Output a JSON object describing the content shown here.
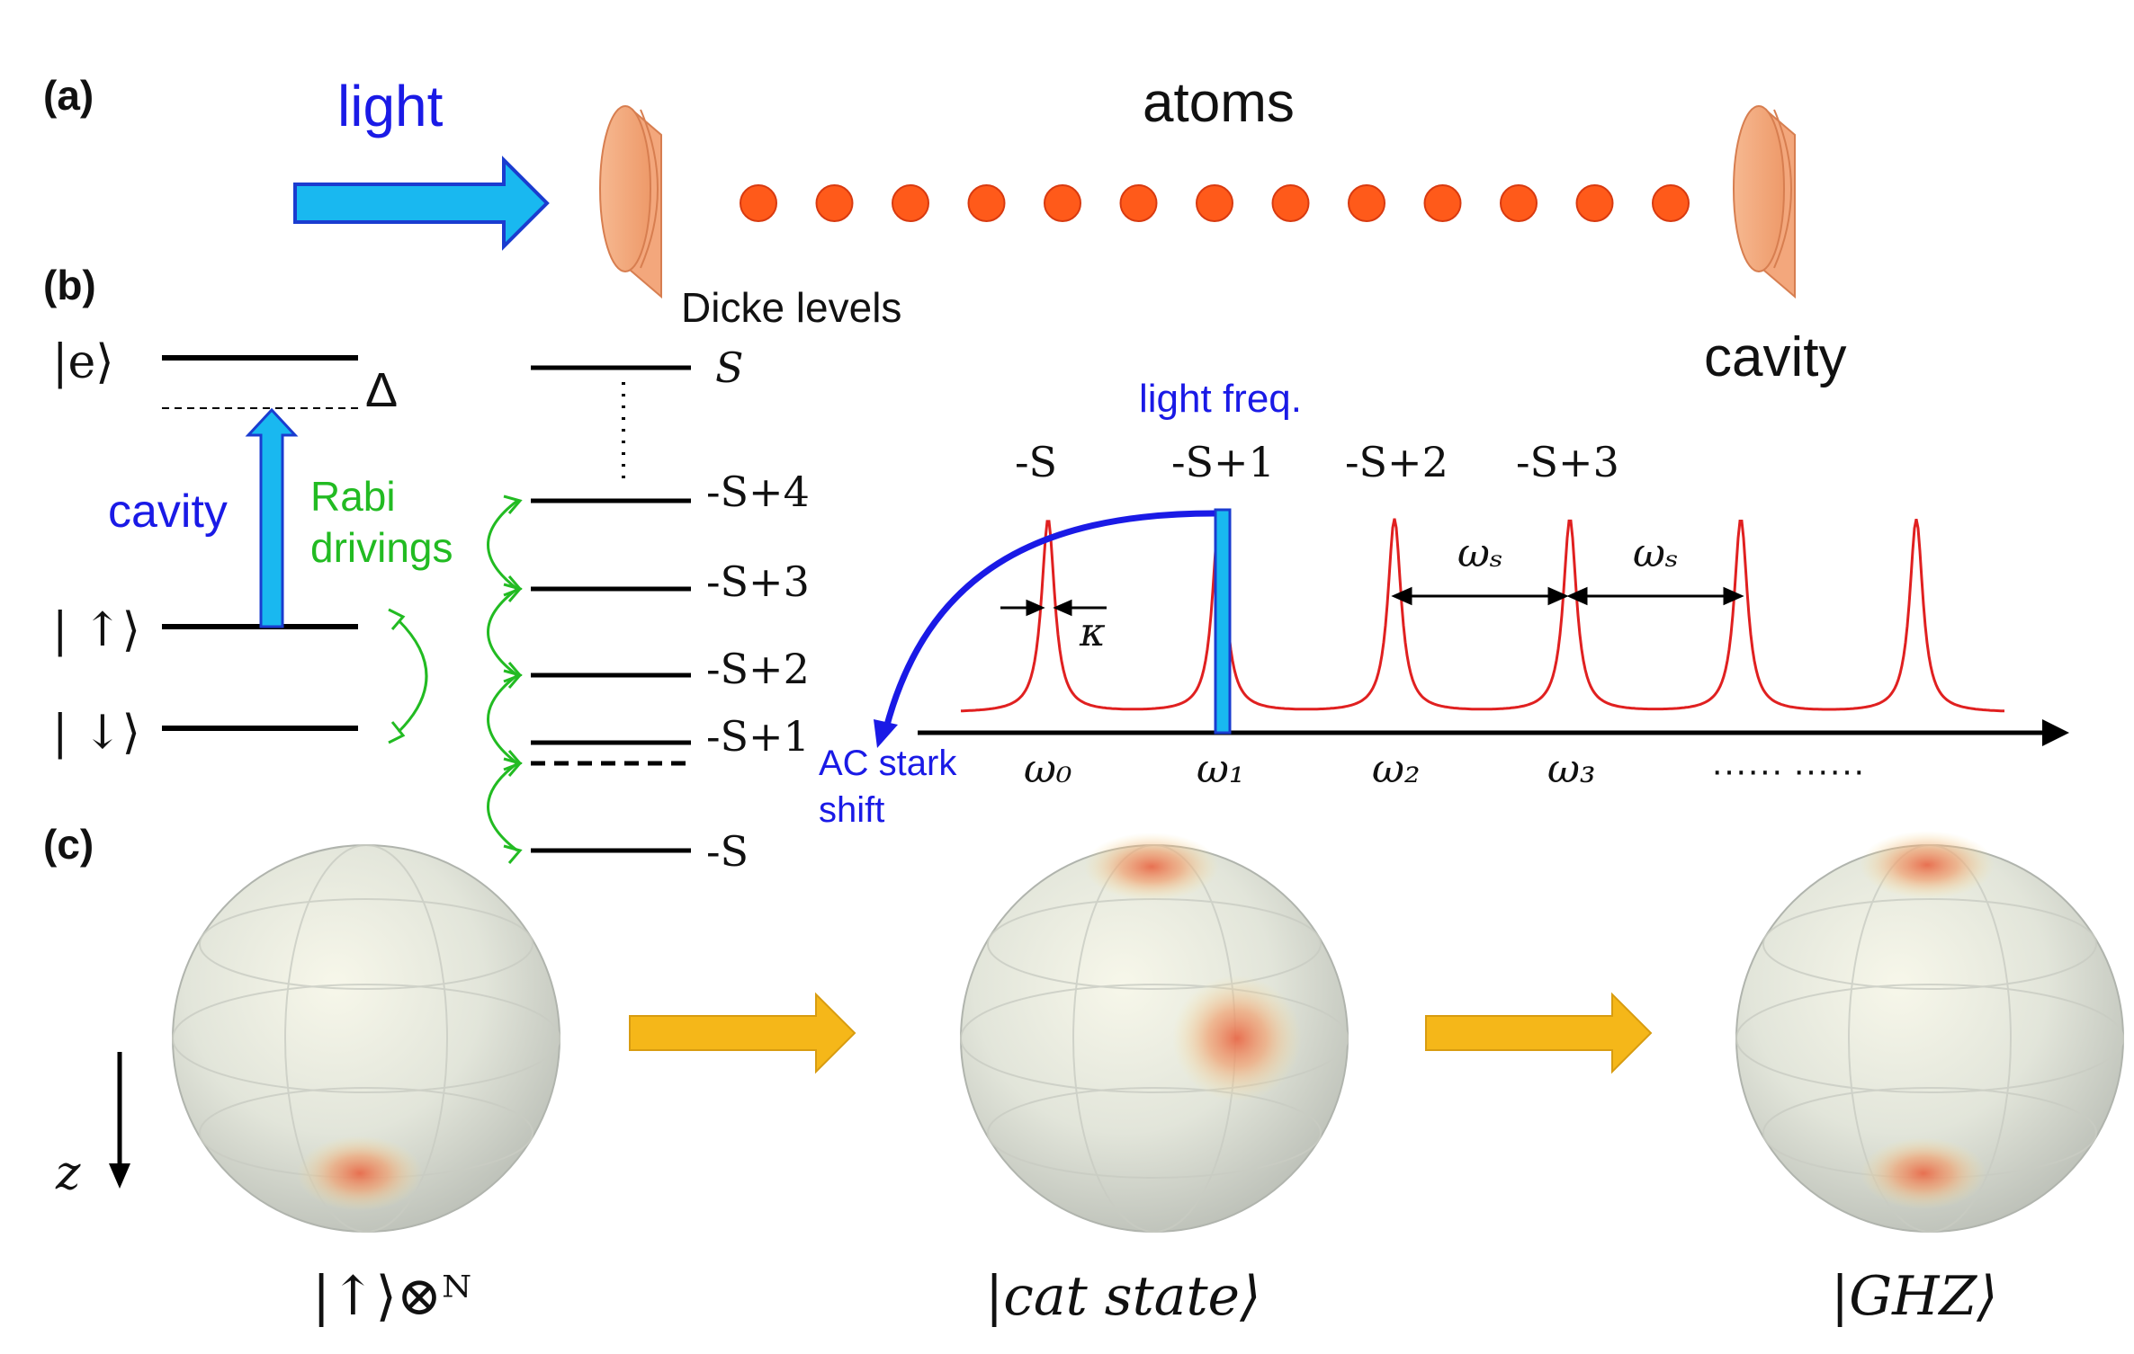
{
  "panel_labels": {
    "a": "(a)",
    "b": "(b)",
    "c": "(c)"
  },
  "panel_a": {
    "light_label": "light",
    "atoms_label": "atoms",
    "cavity_label": "cavity",
    "atom_count": 13
  },
  "panel_b": {
    "levels": {
      "e": "|e⟩",
      "up": "| ↑⟩",
      "down": "| ↓⟩"
    },
    "delta": "Δ",
    "cavity_label": "cavity",
    "rabi_line1": "Rabi",
    "rabi_line2": "drivings",
    "dicke_title": "Dicke levels",
    "dicke_levels": {
      "top": "S",
      "m4": "-S+4",
      "m3": "-S+3",
      "m2": "-S+2",
      "m1": "-S+1",
      "m0": "-S"
    },
    "light_freq": "light freq.",
    "ac_stark_line1": "AC stark",
    "ac_stark_line2": "shift",
    "peak_labels": [
      "-S",
      "-S+1",
      "-S+2",
      "-S+3"
    ],
    "omega_labels": [
      "ω₀",
      "ω₁",
      "ω₂",
      "ω₃"
    ],
    "omega_s": "ωₛ",
    "kappa": "κ",
    "ellipsis": "······  ······"
  },
  "panel_c": {
    "z_label": "z",
    "state1": "|↑⟩⊗ᴺ",
    "state2": "|cat state⟩",
    "state3": "|GHZ⟩"
  },
  "colors": {
    "light_blue": "#19b8f0",
    "label_blue": "#1a1ae6",
    "rabi_green": "#22bb22",
    "peak_red": "#e02020",
    "atom_orange": "#ff5a1a",
    "mirror_tan": "#f3a77c",
    "arrow_gold": "#f5b719"
  }
}
